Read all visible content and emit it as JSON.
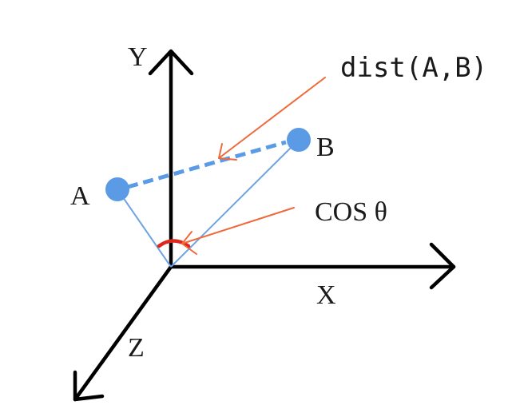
{
  "axes": {
    "x_label": "X",
    "y_label": "Y",
    "z_label": "Z"
  },
  "points": {
    "a_label": "A",
    "b_label": "B"
  },
  "annotations": {
    "distance_label": "dist(A,B)",
    "cosine_label": "COS θ"
  },
  "colors": {
    "axis": "#000000",
    "point": "#5b9be6",
    "vector_line": "#6fa3e3",
    "dashed_line": "#5b9be6",
    "pointer_arrow": "#ee6a3a",
    "angle_arc": "#e0261b"
  }
}
